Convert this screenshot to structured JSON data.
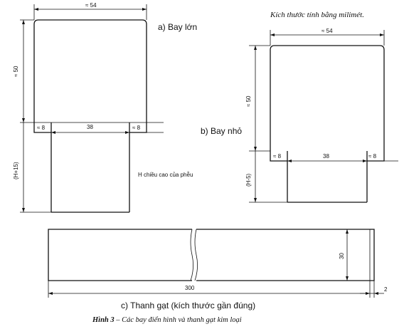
{
  "header": {
    "unit_note": "Kích thước tính bằng milimét."
  },
  "large_scoop": {
    "label": "a) Bay lớn",
    "dim_top_width": "≈ 54",
    "dim_height": "≈ 50",
    "dim_left_tab": "≈ 8",
    "dim_middle": "38",
    "dim_right_tab": "≈ 8",
    "dim_lower_height": "(H+15)",
    "h_note": "H chiều cao của phễu"
  },
  "small_scoop": {
    "label": "b) Bay nhỏ",
    "dim_top_width": "≈ 54",
    "dim_height": "≈ 50",
    "dim_left_tab": "≈ 8",
    "dim_middle": "38",
    "dim_right_tab": "≈ 8",
    "dim_lower_height": "(H-5)"
  },
  "straightedge": {
    "label": "c) Thanh gạt (kích thước gần đúng)",
    "dim_length": "300",
    "dim_height": "30",
    "dim_thickness": "2"
  },
  "caption": {
    "figure_no": "Hình 3",
    "text": " – Các bay điển hình và thanh gạt kim loại"
  }
}
